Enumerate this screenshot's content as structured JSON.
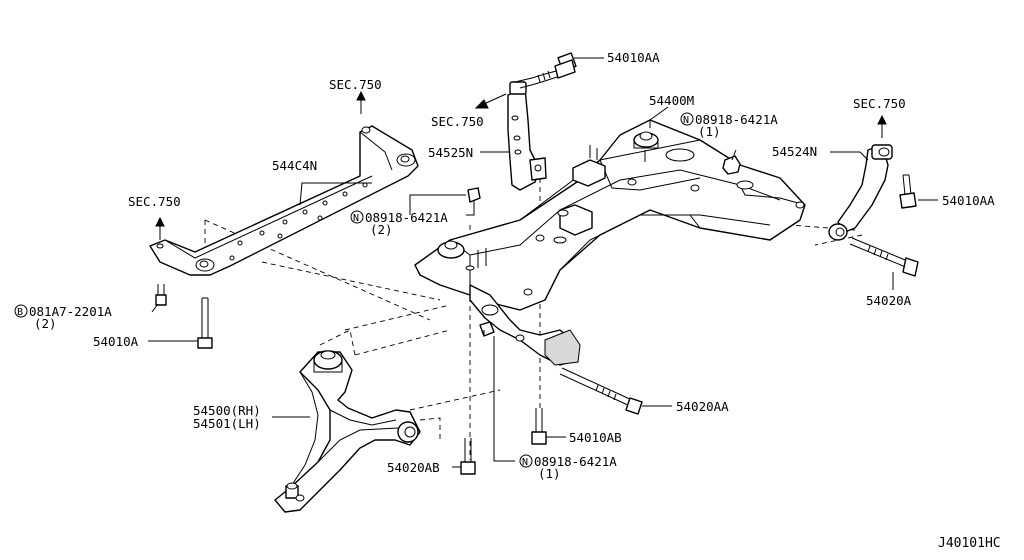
{
  "labels": {
    "p54010AA_top": "54010AA",
    "p54010AA_right": "54010AA",
    "p54400M": "54400M",
    "n08918_6421A_upper": "08918-6421A",
    "n08918_6421A_upper_qty": "(1)",
    "p54525N": "54525N",
    "sec750_mid": "SEC.750",
    "sec750_left_top": "SEC.750",
    "sec750_left": "SEC.750",
    "sec750_right": "SEC.750",
    "p544C4N": "544C4N",
    "n08918_6421A_mid": "08918-6421A",
    "n08918_6421A_mid_qty": "(2)",
    "p54524N": "54524N",
    "b081A7_2201A": "081A7-2201A",
    "b081A7_2201A_qty": "(2)",
    "p54010A": "54010A",
    "p54020A": "54020A",
    "p54500_rh": "54500(RH)",
    "p54501_lh": "54501(LH)",
    "p54020AA": "54020AA",
    "p54010AB": "54010AB",
    "p54020AB": "54020AB",
    "n08918_6421A_lower": "08918-6421A",
    "n08918_6421A_lower_qty": "(1)",
    "diagram_code": "J40101HC"
  },
  "symbols": {
    "n": "N",
    "b": "B"
  }
}
